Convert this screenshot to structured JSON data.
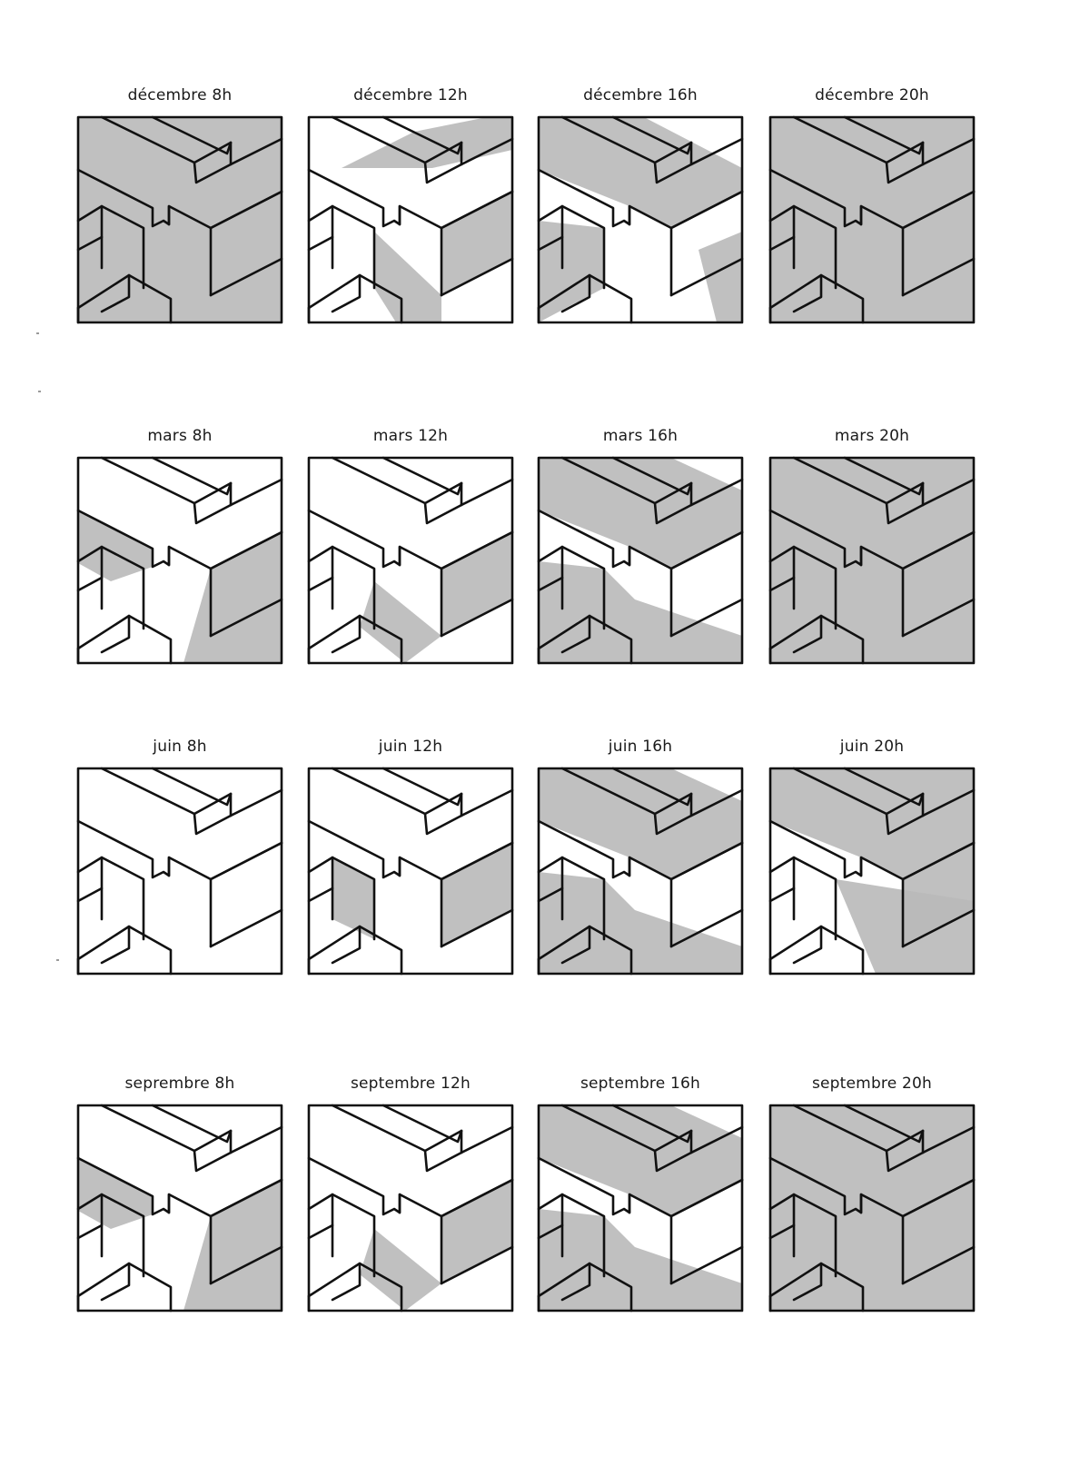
{
  "colors": {
    "shade": "#b9b9b9",
    "stroke": "#111111",
    "paper": "#ffffff"
  },
  "rows": [
    {
      "cells": [
        {
          "label": "décembre 8h",
          "shadow": "full"
        },
        {
          "label": "décembre 12h",
          "shadow": "noon-winter"
        },
        {
          "label": "décembre 16h",
          "shadow": "afternoon-winter"
        },
        {
          "label": "décembre 20h",
          "shadow": "full"
        }
      ]
    },
    {
      "cells": [
        {
          "label": "mars 8h",
          "shadow": "morning"
        },
        {
          "label": "mars 12h",
          "shadow": "noon"
        },
        {
          "label": "mars 16h",
          "shadow": "afternoon"
        },
        {
          "label": "mars 20h",
          "shadow": "full"
        }
      ]
    },
    {
      "cells": [
        {
          "label": "juin 8h",
          "shadow": "none"
        },
        {
          "label": "juin 12h",
          "shadow": "noon-summer"
        },
        {
          "label": "juin 16h",
          "shadow": "afternoon"
        },
        {
          "label": "juin 20h",
          "shadow": "evening"
        }
      ]
    },
    {
      "cells": [
        {
          "label": "seprembre 8h",
          "shadow": "morning"
        },
        {
          "label": "septembre 12h",
          "shadow": "noon"
        },
        {
          "label": "septembre 16h",
          "shadow": "afternoon"
        },
        {
          "label": "septembre 20h",
          "shadow": "full"
        }
      ]
    }
  ]
}
